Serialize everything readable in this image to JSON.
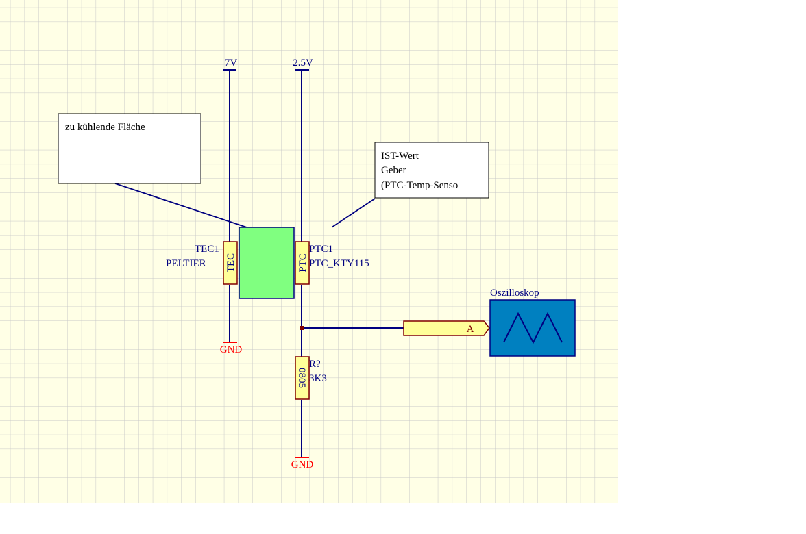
{
  "schematic": {
    "power": [
      {
        "label": "7V"
      },
      {
        "label": "2.5V"
      }
    ],
    "ground": [
      {
        "label": "GND"
      },
      {
        "label": "GND"
      }
    ],
    "notes": {
      "cooling_surface": {
        "lines": [
          "zu kühlende Fläche"
        ]
      },
      "sensor": {
        "lines": [
          "IST-Wert",
          "Geber",
          "(PTC-Temp-Senso"
        ]
      }
    },
    "components": {
      "tec": {
        "designator": "TEC1",
        "value": "PELTIER",
        "body_text": "TEC"
      },
      "ptc": {
        "designator": "PTC1",
        "value": "PTC_KTY115",
        "body_text": "PTC"
      },
      "resistor": {
        "designator": "R?",
        "value": "3K3",
        "body_text": "0805"
      }
    },
    "port": {
      "label": "A"
    },
    "oscilloscope": {
      "label": "Oszilloskop"
    },
    "colors": {
      "grid_background": "#ffffe6",
      "grid_line": "#c8c8c8",
      "wire": "#000080",
      "ground": "#ff0000",
      "component_fill": "#ffff99",
      "cooled_block": "#80ff80",
      "oscilloscope": "#0080c0",
      "junction": "#800000"
    }
  }
}
